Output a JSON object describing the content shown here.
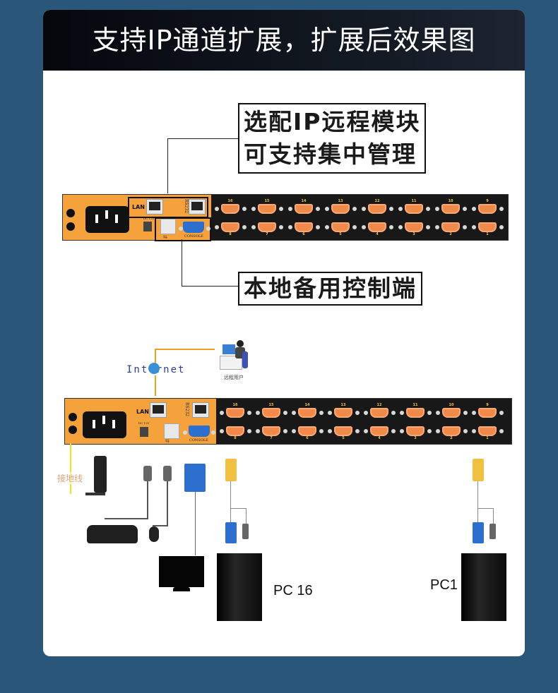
{
  "page": {
    "title": "支持IP通道扩展，扩展后效果图",
    "colors": {
      "background": "#2a5679",
      "header_dark": "#0a0d14",
      "device_orange": "#f5a23c",
      "port_orange": "#f08a4a",
      "console_blue": "#2d6fcf",
      "link_line": "#f0a020",
      "ground_line": "#f5e020"
    }
  },
  "diagram1": {
    "callout_ip_module": [
      "选配IP远程模块",
      "可支持集中管理"
    ],
    "callout_local_console": "本地备用控制端",
    "device": {
      "lan_label": "LAN",
      "rs232_label": "RS232",
      "console_label": "CONSOLE",
      "dc_label": "DC 12V",
      "usb_icon": "usb-icon",
      "top_ports": [
        "16",
        "15",
        "14",
        "13",
        "12",
        "11",
        "10",
        "9"
      ],
      "bottom_ports": [
        "8",
        "7",
        "6",
        "5",
        "4",
        "3",
        "2",
        "1"
      ]
    }
  },
  "diagram2": {
    "internet_label": "Internet",
    "remote_user_label": "远程用户",
    "ground_wire_label": "接地线",
    "device": {
      "lan_label": "LAN",
      "rs232_label": "RS232",
      "console_label": "CONSOLE",
      "dc_label": "DC 12V",
      "top_ports": [
        "16",
        "15",
        "14",
        "13",
        "12",
        "11",
        "10",
        "9"
      ],
      "bottom_ports": [
        "8",
        "7",
        "6",
        "5",
        "4",
        "3",
        "2",
        "1"
      ]
    },
    "pc_left_label": "PC 16",
    "pc_right_label": "PC1"
  }
}
